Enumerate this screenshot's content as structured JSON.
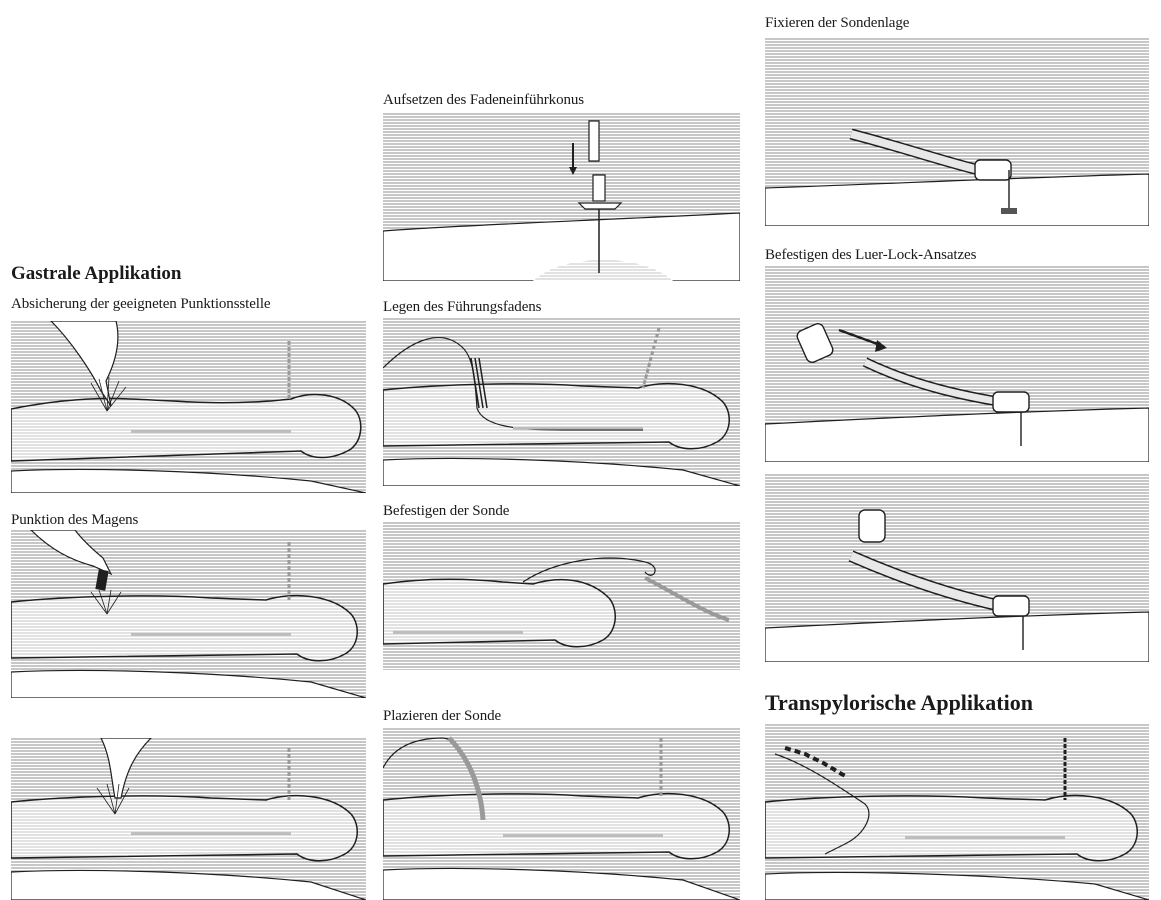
{
  "sections": {
    "gastric_heading": "Gastrale Applikation",
    "transpyloric_heading": "Transpylorische Applikation"
  },
  "captions": {
    "step_1": "Absicherung der geeigneten Punktionsstelle",
    "step_2": "Punktion des Magens",
    "step_4": "Aufsetzen des Fadeneinführkonus",
    "step_5": "Legen des Führungsfadens",
    "step_6": "Befestigen der Sonde",
    "step_7": "Plazieren der Sonde",
    "step_8": "Fixieren der Sondenlage",
    "step_9": "Befestigen des Luer-Lock-Ansatzes"
  },
  "colors": {
    "hatch": "#9a9a9a",
    "outline": "#1f1f1f",
    "bg": "#ffffff"
  }
}
